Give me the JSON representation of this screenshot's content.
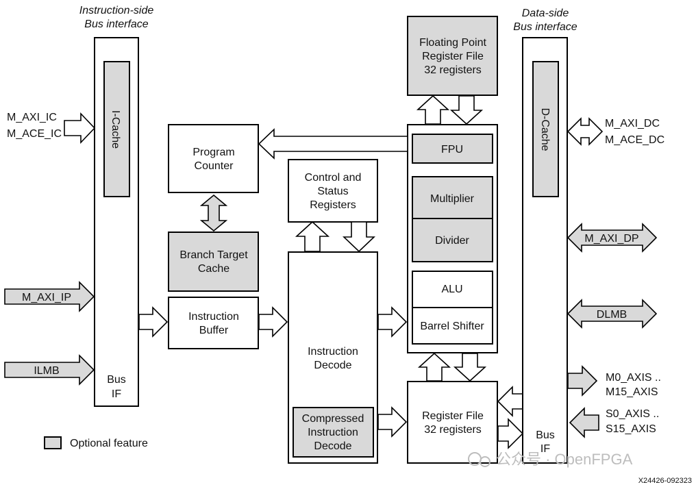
{
  "headers": {
    "instruction_side_1": "Instruction-side",
    "instruction_side_2": "Bus interface",
    "data_side_1": "Data-side",
    "data_side_2": "Bus interface"
  },
  "blocks": {
    "i_cache": "I-Cache",
    "bus_if_left_1": "Bus",
    "bus_if_left_2": "IF",
    "program_counter_1": "Program",
    "program_counter_2": "Counter",
    "branch_target_1": "Branch Target",
    "branch_target_2": "Cache",
    "instruction_buffer_1": "Instruction",
    "instruction_buffer_2": "Buffer",
    "csr_1": "Control and",
    "csr_2": "Status",
    "csr_3": "Registers",
    "instruction_decode_1": "Instruction",
    "instruction_decode_2": "Decode",
    "compressed_1": "Compressed",
    "compressed_2": "Instruction",
    "compressed_3": "Decode",
    "fp_regfile_1": "Floating Point",
    "fp_regfile_2": "Register File",
    "fp_regfile_3": "32 registers",
    "fpu": "FPU",
    "multiplier": "Multiplier",
    "divider": "Divider",
    "alu": "ALU",
    "barrel_shifter": "Barrel Shifter",
    "regfile_1": "Register File",
    "regfile_2": "32 registers",
    "d_cache": "D-Cache",
    "bus_if_right_1": "Bus",
    "bus_if_right_2": "IF"
  },
  "ports": {
    "m_axi_ic": "M_AXI_IC",
    "m_ace_ic": "M_ACE_IC",
    "m_axi_ip": "M_AXI_IP",
    "ilmb": "ILMB",
    "m_axi_dc": "M_AXI_DC",
    "m_ace_dc": "M_ACE_DC",
    "m_axi_dp": "M_AXI_DP",
    "dlmb": "DLMB",
    "m0_axis_1": "M0_AXIS ..",
    "m0_axis_2": "M15_AXIS",
    "s0_axis_1": "S0_AXIS ..",
    "s0_axis_2": "S15_AXIS"
  },
  "legend": {
    "optional_feature": "Optional feature"
  },
  "figure_id": "X24426-092323",
  "watermark": "公众号 · OpenFPGA",
  "colors": {
    "optional_fill": "#d9d9d9",
    "block_fill": "#ffffff",
    "stroke": "#000000"
  }
}
